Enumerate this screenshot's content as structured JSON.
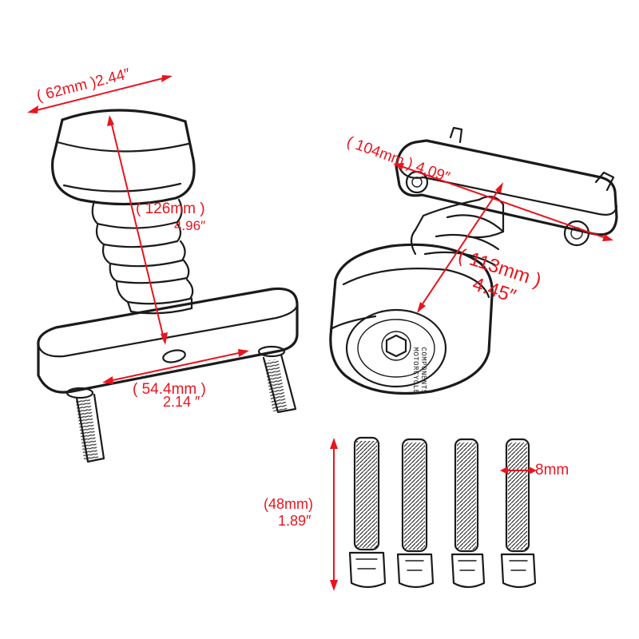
{
  "colors": {
    "dimension": "#e8141e",
    "outline": "#1b1b1b",
    "background": "#ffffff"
  },
  "dimensions": {
    "slider_width": {
      "mm": "( 62mm )",
      "inch": "2.44″"
    },
    "slider_height_left": {
      "mm": "( 126mm )",
      "inch": "4.96″"
    },
    "bracket_hole_spacing": {
      "mm": "( 54.4mm )",
      "inch": "2.14 ″"
    },
    "plate_length": {
      "mm": "( 104mm )",
      "inch": "4.09″"
    },
    "slider_length_right": {
      "mm": "( 113mm )",
      "inch": "4.45″"
    },
    "bolt_length": {
      "mm": "(48mm)",
      "inch": "1.89″"
    },
    "bolt_diameter": {
      "mm": "8mm"
    }
  },
  "cap_text": "COMPONENTS MOTORCYCLE",
  "bolt_count": 4
}
